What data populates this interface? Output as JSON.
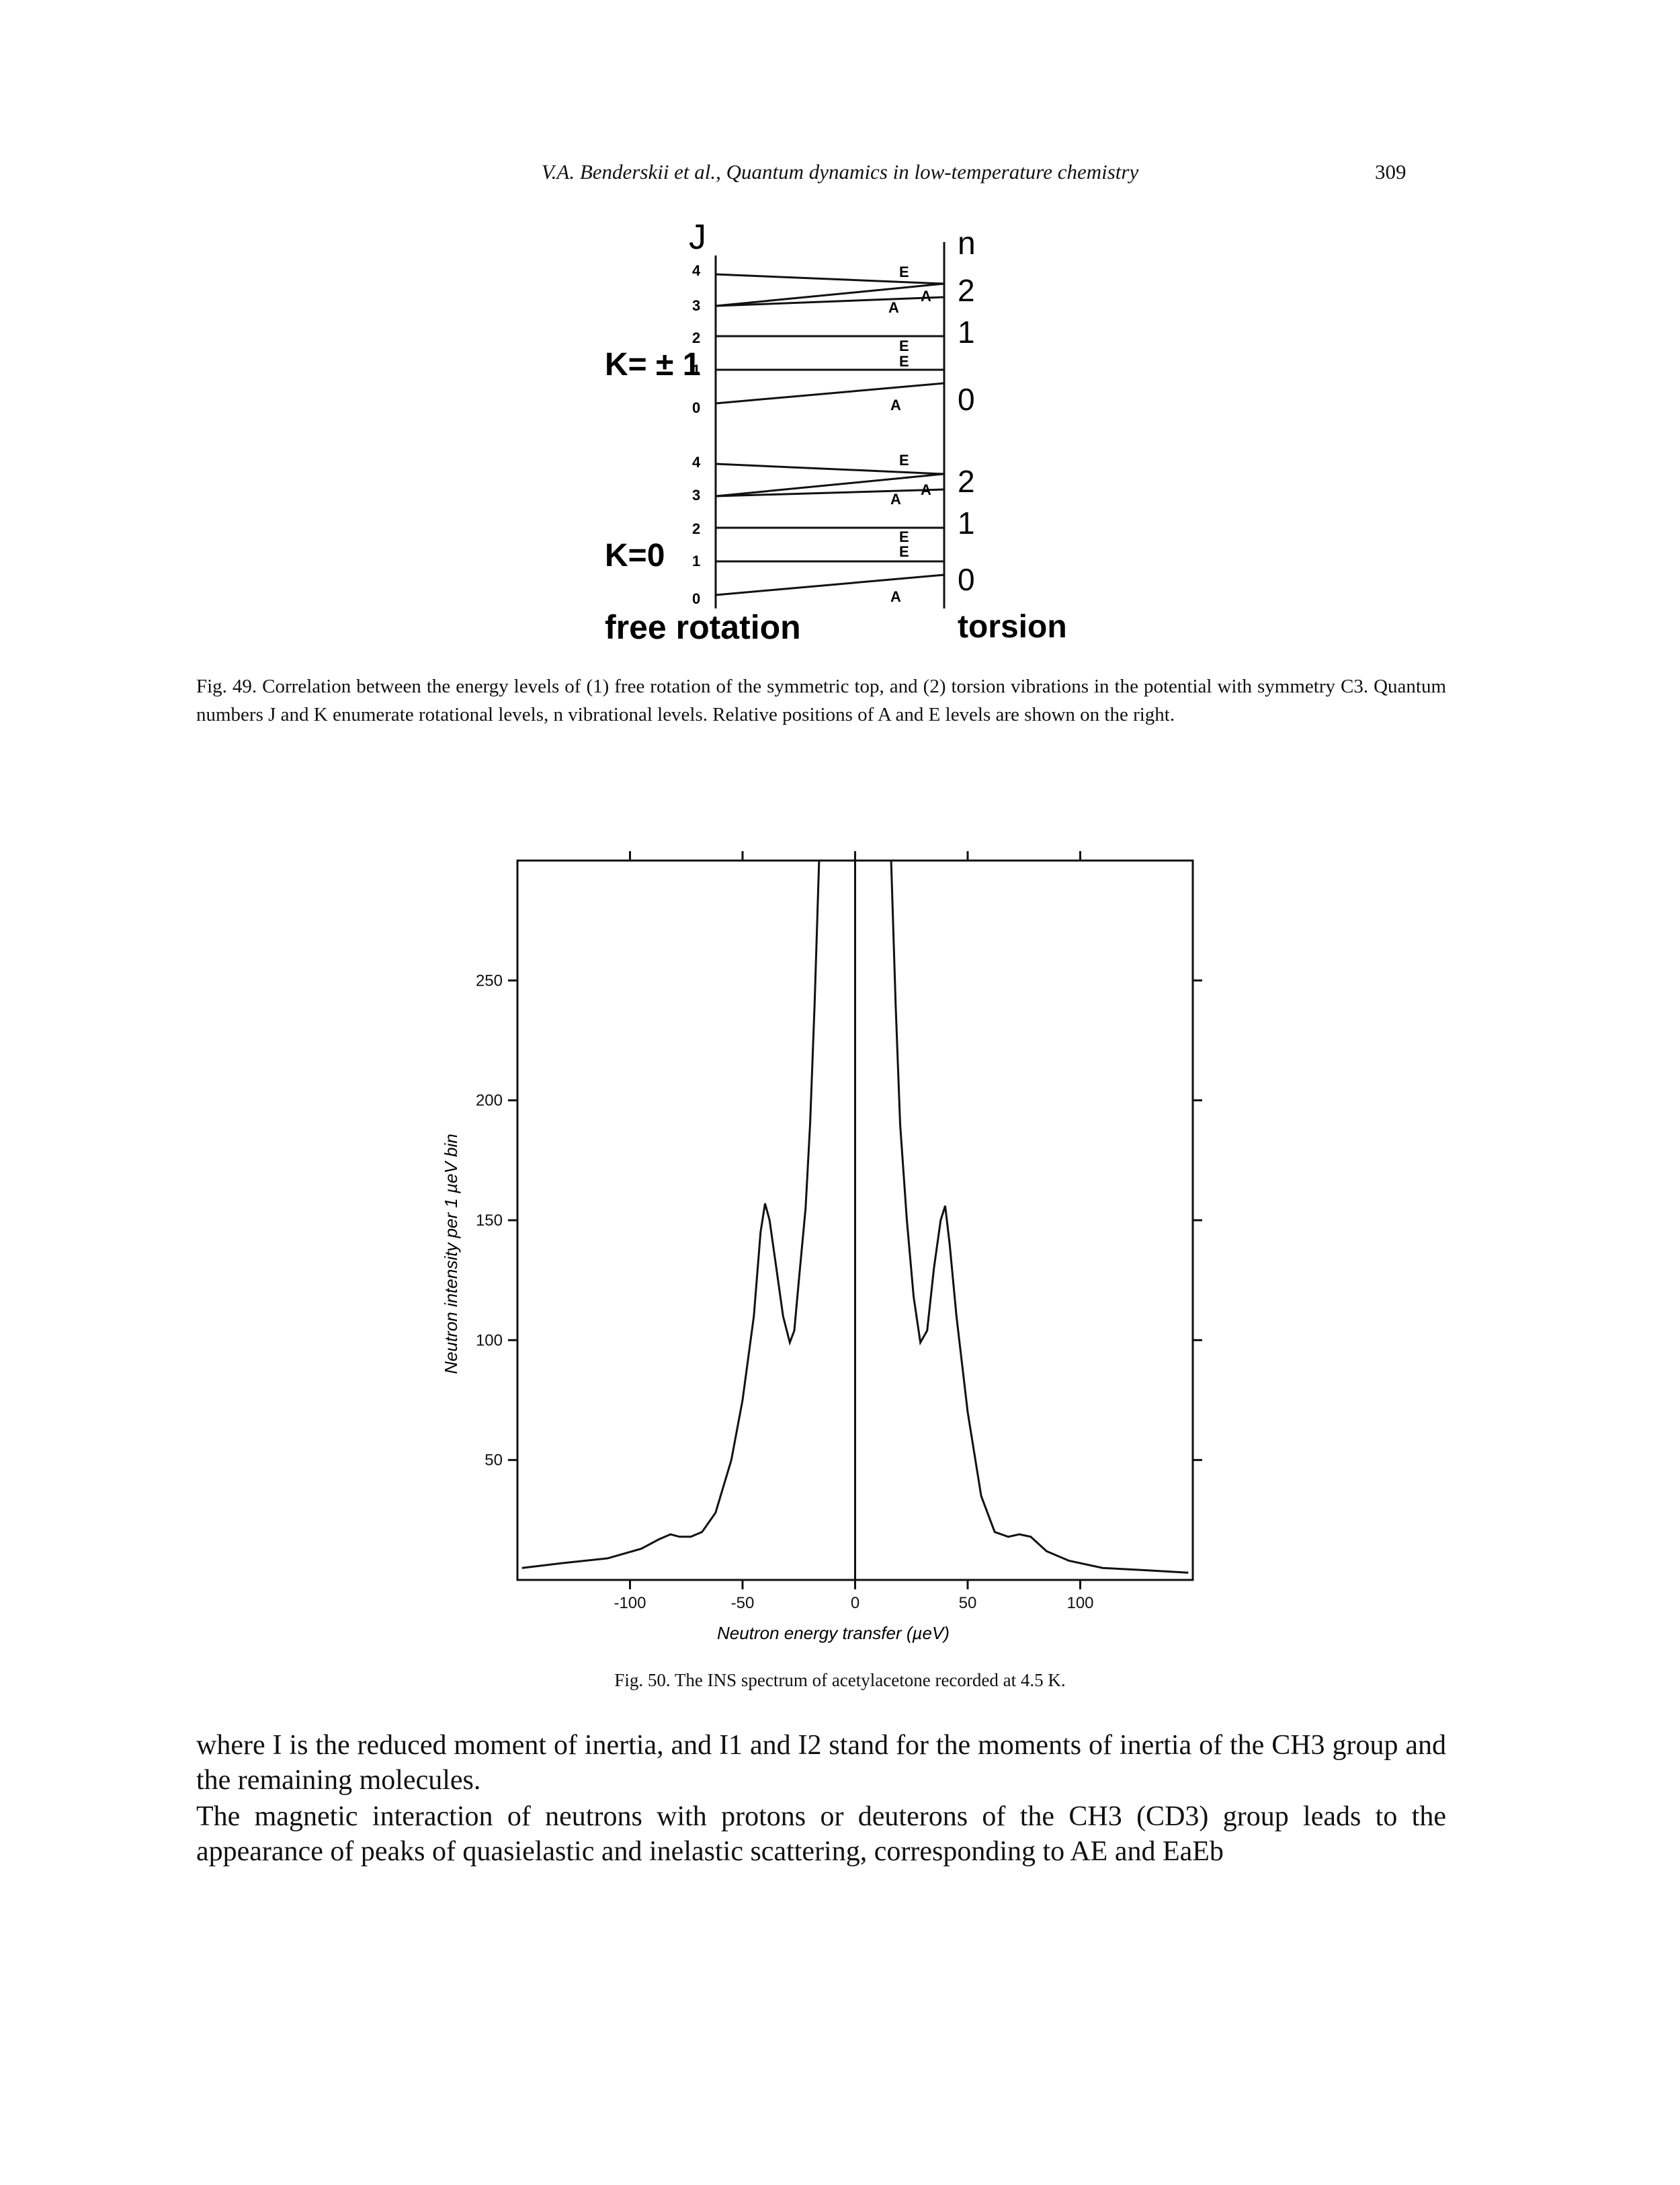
{
  "header": {
    "running_title": "V.A. Benderskii et al., Quantum dynamics in low-temperature chemistry",
    "page_number": "309"
  },
  "fig49": {
    "j_label": "J",
    "n_label": "n",
    "k1_label": "K= ± 1",
    "k0_label": "K=0",
    "free_rotation_label": "free rotation",
    "torsion_label": "torsion",
    "j_values_k1": [
      "4",
      "3",
      "2",
      "1",
      "0"
    ],
    "j_values_k0": [
      "4",
      "3",
      "2",
      "1",
      "0"
    ],
    "n_values_k1": [
      "2",
      "1",
      "0"
    ],
    "n_values_k0": [
      "2",
      "1",
      "0"
    ],
    "level_symbols_k1": [
      "E",
      "A",
      "A",
      "E",
      "E",
      "A"
    ],
    "level_symbols_k0": [
      "E",
      "A",
      "A",
      "E",
      "E",
      "A"
    ],
    "caption": "Fig. 49. Correlation between the energy levels of (1) free rotation of the symmetric top, and (2) torsion vibrations in the potential with symmetry C3. Quantum numbers J and K enumerate rotational levels, n vibrational levels. Relative positions of A and E levels are shown on the right."
  },
  "chart_data": {
    "type": "line",
    "title": "",
    "xlabel": "Neutron energy transfer (µeV)",
    "ylabel": "Neutron intensity per 1 µeV bin",
    "xlim": [
      -150,
      150
    ],
    "ylim": [
      0,
      300
    ],
    "x_ticks": [
      "-100",
      "-50",
      "0",
      "50",
      "100"
    ],
    "y_ticks": [
      "50",
      "100",
      "150",
      "200",
      "250"
    ],
    "grid": false,
    "series": [
      {
        "x": [
          -148,
          -130,
          -110,
          -95,
          -87,
          -82,
          -78,
          -73,
          -68,
          -62,
          -55,
          -50,
          -45,
          -42,
          -40,
          -38,
          -35,
          -32,
          -29,
          -27,
          -25,
          -22,
          -20,
          -18,
          -16,
          -14,
          -12,
          -11,
          -10,
          -5,
          0,
          5,
          10,
          11,
          12,
          14,
          16,
          18,
          20,
          23,
          26,
          29,
          32,
          35,
          38,
          40,
          42,
          45,
          50,
          56,
          62,
          68,
          73,
          78,
          85,
          95,
          110,
          130,
          148
        ],
        "y": [
          5,
          7,
          9,
          13,
          17,
          19,
          18,
          18,
          20,
          28,
          50,
          75,
          110,
          145,
          157,
          150,
          130,
          110,
          99,
          104,
          125,
          155,
          190,
          240,
          300,
          300,
          300,
          300,
          300,
          300,
          300,
          300,
          300,
          300,
          300,
          300,
          300,
          240,
          190,
          150,
          118,
          99,
          104,
          130,
          150,
          156,
          140,
          110,
          70,
          35,
          20,
          18,
          19,
          18,
          12,
          8,
          5,
          4,
          3
        ]
      }
    ]
  },
  "fig50": {
    "caption": "Fig. 50. The INS spectrum of acetylacetone recorded at 4.5 K."
  },
  "body": {
    "p1": "where I is the reduced moment of inertia, and I1 and I2 stand for the moments of inertia of the CH3 group and the remaining molecules.",
    "p2": "The magnetic interaction of neutrons with protons or deuterons of the CH3 (CD3) group leads to the appearance of peaks of quasielastic and inelastic scattering, corresponding to AE and EaEb"
  }
}
